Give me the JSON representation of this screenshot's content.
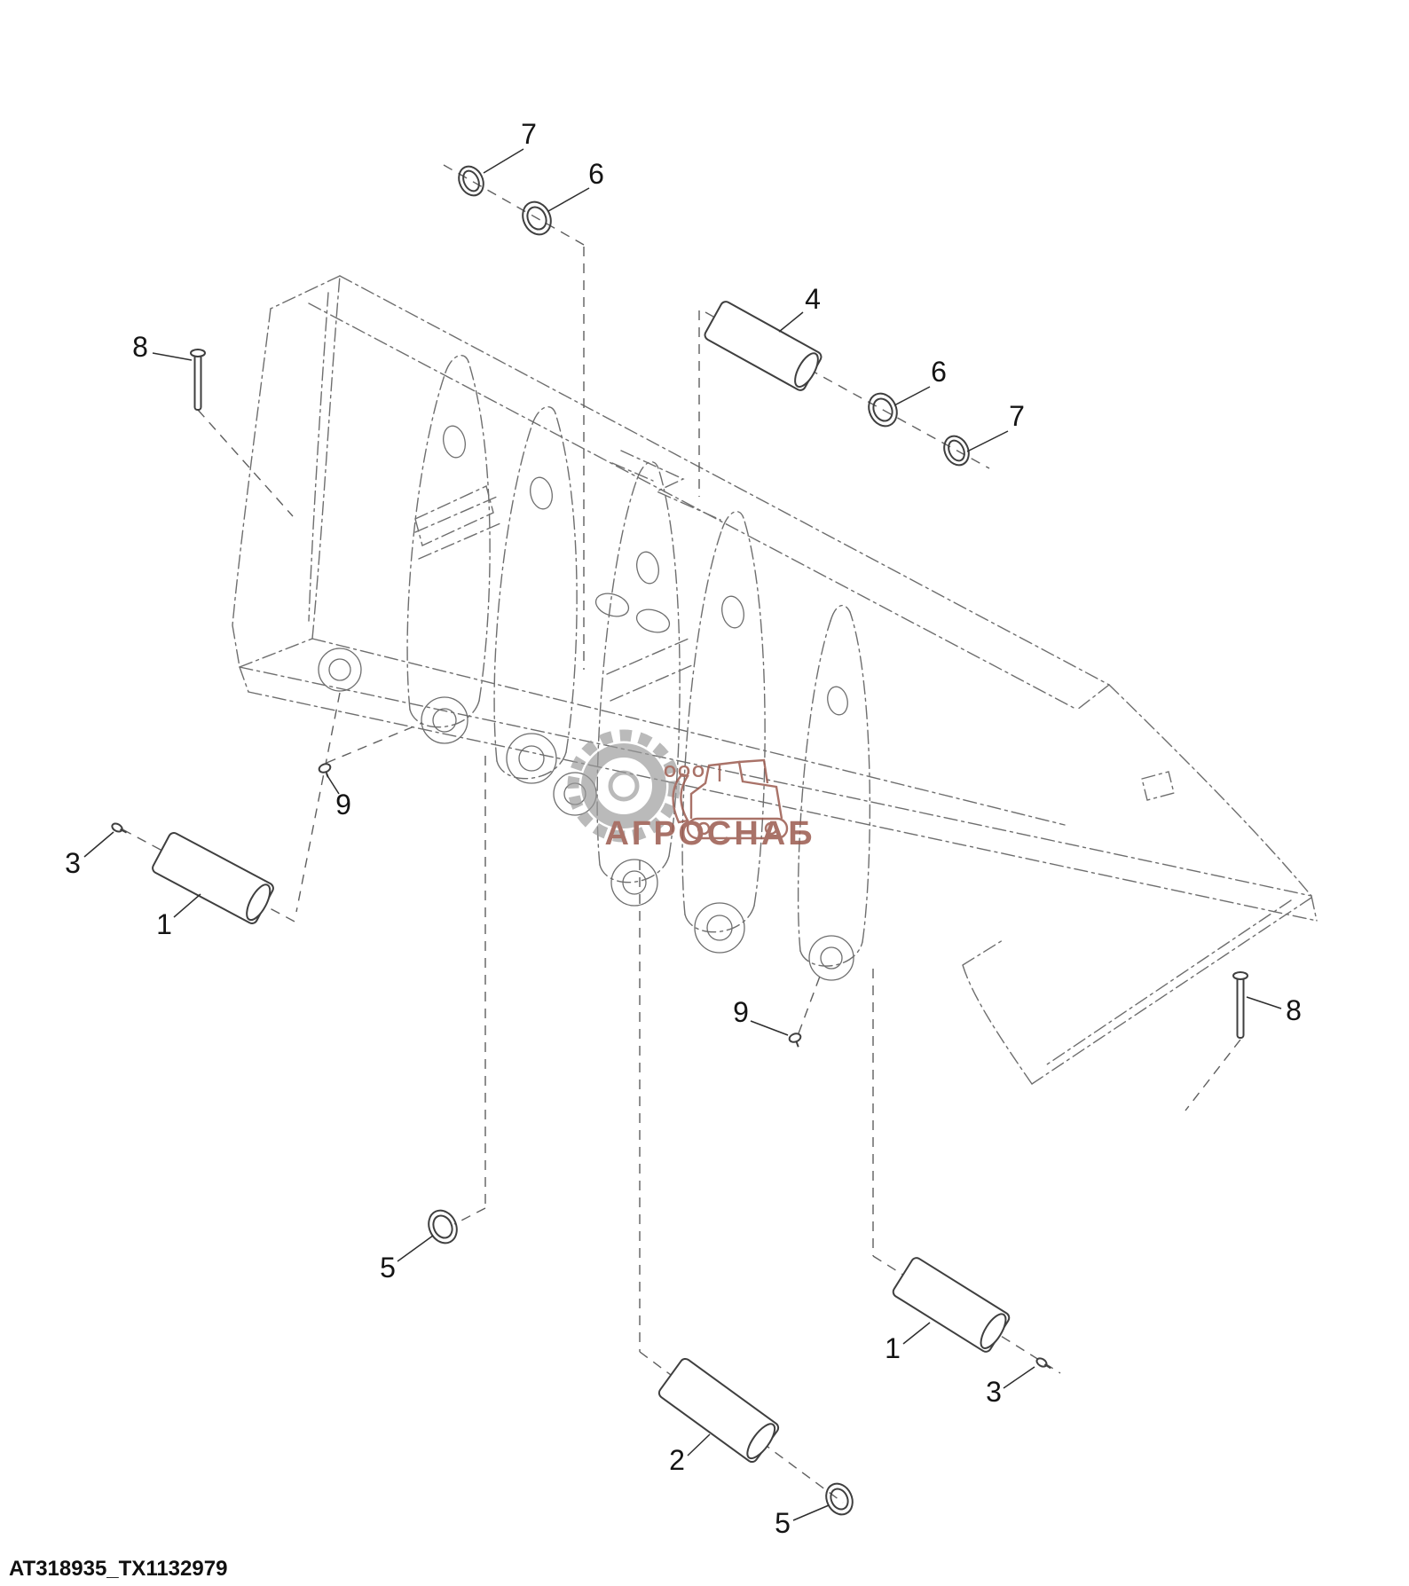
{
  "page": {
    "background": "#ffffff",
    "line_color": "#6e6e6e",
    "footer_code": "AT318935_TX1132979"
  },
  "watermark": {
    "company_prefix": "ООО",
    "company_name": "АГРОСНАБ",
    "color": "#9b5a4e",
    "gear_color": "#9a9a9a"
  },
  "callouts": [
    {
      "label": "7"
    },
    {
      "label": "6"
    },
    {
      "label": "4"
    },
    {
      "label": "6"
    },
    {
      "label": "7"
    },
    {
      "label": "8"
    },
    {
      "label": "9"
    },
    {
      "label": "3"
    },
    {
      "label": "1"
    },
    {
      "label": "5"
    },
    {
      "label": "9"
    },
    {
      "label": "8"
    },
    {
      "label": "1"
    },
    {
      "label": "3"
    },
    {
      "label": "2"
    },
    {
      "label": "5"
    }
  ],
  "parts": {
    "pins": [
      "1",
      "2",
      "4"
    ],
    "orings": [
      "5",
      "6",
      "7"
    ],
    "fasteners": [
      "3",
      "8",
      "9"
    ]
  }
}
